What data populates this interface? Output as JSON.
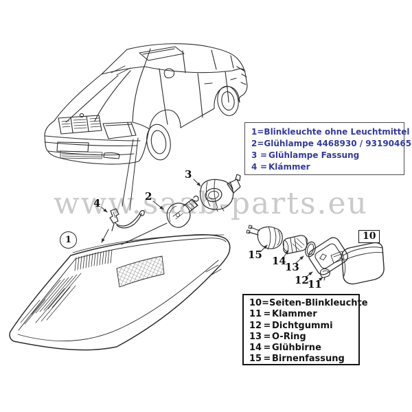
{
  "watermark": {
    "text": "www.saab-parts.eu"
  },
  "legend_blue": {
    "items": [
      {
        "num": "1",
        "eq": "=",
        "label": "Blinkleuchte ohne Leuchtmittel"
      },
      {
        "num": "2",
        "eq": "=",
        "label": "Glühlampe  4468930 / 93190465"
      },
      {
        "num": "3",
        "eq": "=",
        "label": "Glühlampe Fassung"
      },
      {
        "num": "4",
        "eq": "=",
        "label": "Klámmer"
      }
    ]
  },
  "legend_black": {
    "items": [
      {
        "num": "10",
        "eq": "=",
        "label": "Seiten-Blinkleuchte"
      },
      {
        "num": "11",
        "eq": "=",
        "label": "Klammer"
      },
      {
        "num": "12",
        "eq": "=",
        "label": "Dichtgummi"
      },
      {
        "num": "13",
        "eq": "=",
        "label": "O-Ring"
      },
      {
        "num": "14",
        "eq": "=",
        "label": "Glühbirne"
      },
      {
        "num": "15",
        "eq": "=",
        "label": "Birnenfassung"
      }
    ]
  },
  "callouts": {
    "headlamp": "1",
    "bulb": "2",
    "socket": "3",
    "clip": "4",
    "side_lamp": "10",
    "side_clip": "11",
    "gasket": "12",
    "oring": "13",
    "side_bulb": "14",
    "bulb_holder": "15"
  },
  "colors": {
    "accent_blue": "#343b94",
    "watermark_gray": "#c6c6c6",
    "line_dark": "#2b2b2b"
  }
}
